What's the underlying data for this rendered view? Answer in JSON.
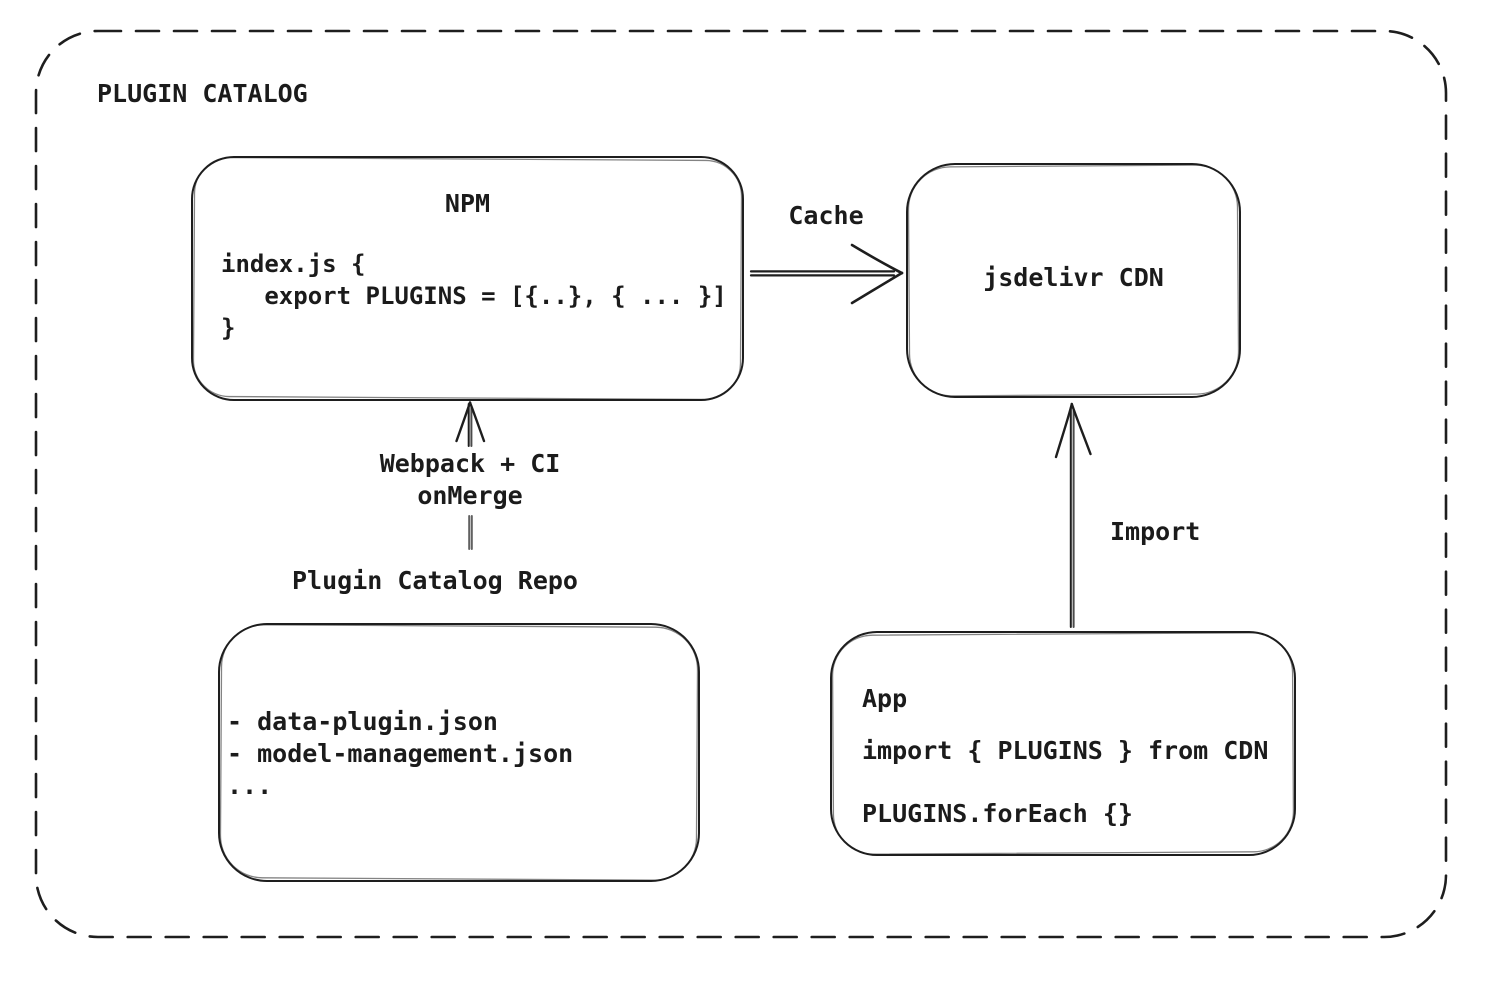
{
  "title": "PLUGIN CATALOG",
  "nodes": {
    "npm": {
      "title": "NPM",
      "code": [
        "index.js {",
        "   export PLUGINS = [{..}, { ... }]",
        "}"
      ]
    },
    "cdn": {
      "title": "jsdelivr CDN"
    },
    "repo": {
      "title": "Plugin Catalog Repo",
      "items": [
        "- data-plugin.json",
        "- model-management.json",
        "..."
      ]
    },
    "app": {
      "title": "App",
      "code": [
        "import { PLUGINS } from CDN",
        "PLUGINS.forEach {}"
      ]
    }
  },
  "edges": {
    "cache_label": "Cache",
    "build_label_line1": "Webpack + CI",
    "build_label_line2": "onMerge",
    "import_label": "Import"
  },
  "colors": {
    "stroke": "#1e1e1e",
    "text": "#1b1b1b",
    "background": "#ffffff"
  }
}
